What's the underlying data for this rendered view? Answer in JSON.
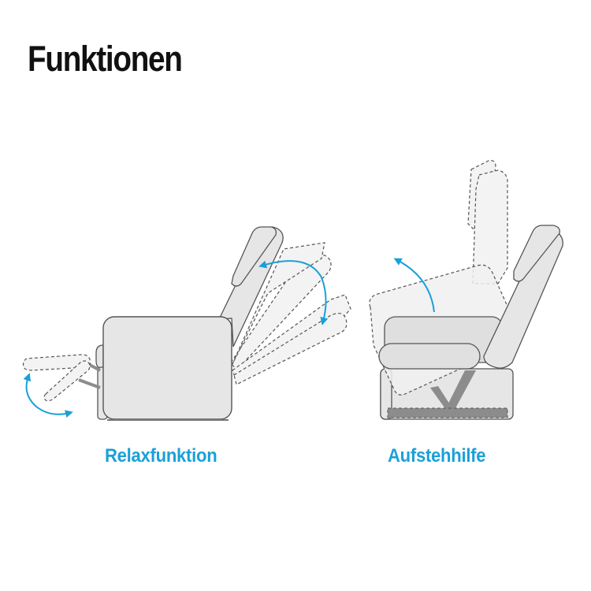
{
  "page": {
    "title": "Funktionen"
  },
  "functions": [
    {
      "id": "relax",
      "label": "Relaxfunktion",
      "icon": "recliner-relax-diagram"
    },
    {
      "id": "standup",
      "label": "Aufstehhilfe",
      "icon": "recliner-lift-diagram"
    }
  ],
  "colors": {
    "title": "#111111",
    "accent": "#1aa0d8",
    "chair_fill": "#e6e6e6",
    "chair_stroke": "#555555",
    "ghost_fill": "#f2f2f2",
    "mechanism": "#8c8c8c"
  }
}
